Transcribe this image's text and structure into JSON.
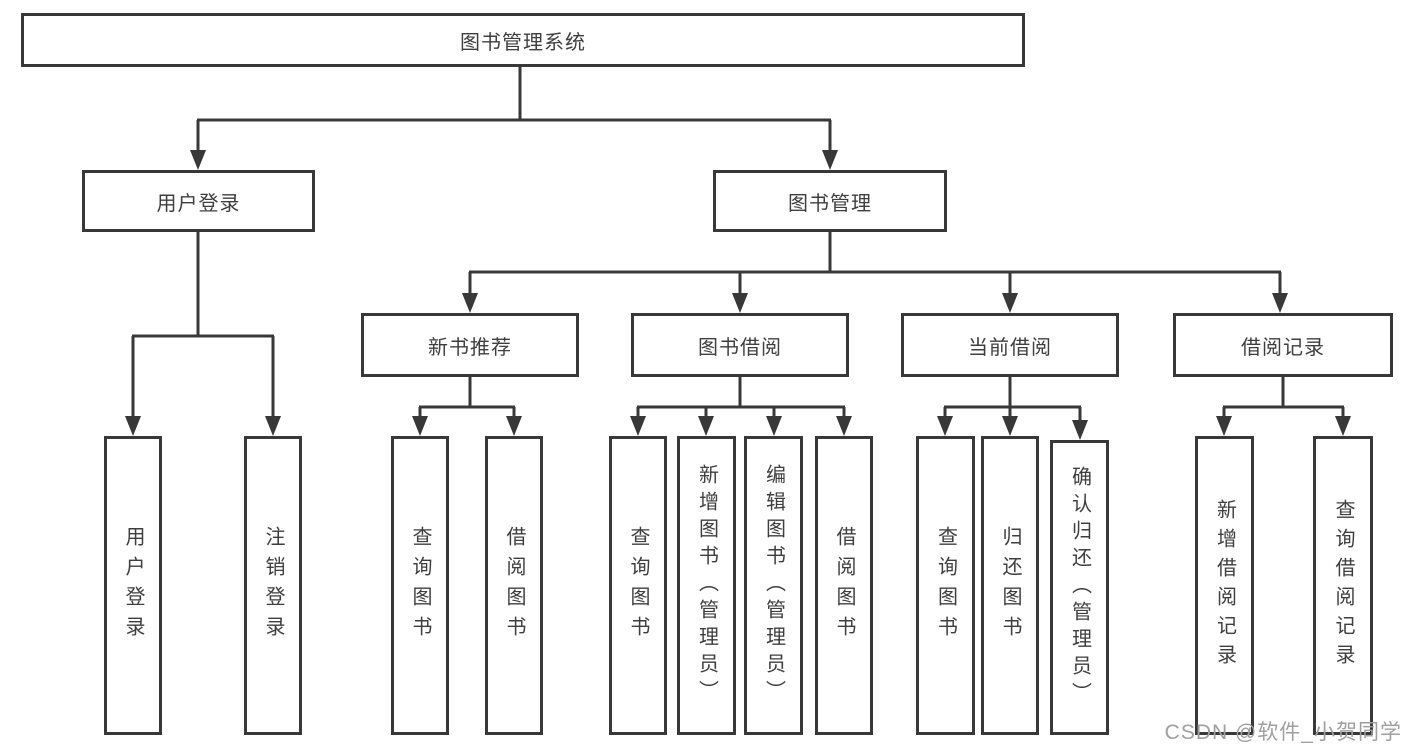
{
  "nodes": {
    "root": "图书管理系统",
    "user_login": "用户登录",
    "book_management": "图书管理",
    "new_book_recommend": "新书推荐",
    "book_borrowing": "图书借阅",
    "current_borrowing": "当前借阅",
    "borrowing_records": "借阅记录",
    "leaf_user_login": "用户登录",
    "leaf_logout": "注销登录",
    "nb_query_books": "查询图书",
    "nb_borrow_books": "借阅图书",
    "bb_query_books": "查询图书",
    "bb_add_books": "新增图书（管理员）",
    "bb_edit_books": "编辑图书（管理员）",
    "bb_borrow_books": "借阅图书",
    "cb_query_books": "查询图书",
    "cb_return_books": "归还图书",
    "cb_confirm_return": "确认归还（管理员）",
    "br_add_record": "新增借阅记录",
    "br_query_record": "查询借阅记录"
  },
  "hierarchy": {
    "图书管理系统": {
      "用户登录": [
        "用户登录",
        "注销登录"
      ],
      "图书管理": {
        "新书推荐": [
          "查询图书",
          "借阅图书"
        ],
        "图书借阅": [
          "查询图书",
          "新增图书（管理员）",
          "编辑图书（管理员）",
          "借阅图书"
        ],
        "当前借阅": [
          "查询图书",
          "归还图书",
          "确认归还（管理员）"
        ],
        "借阅记录": [
          "新增借阅记录",
          "查询借阅记录"
        ]
      }
    }
  },
  "watermark": "CSDN @软件_小贺同学",
  "colors": {
    "line": "#383838",
    "text": "#3e3e3e",
    "watermark": "#9f9f9f",
    "background": "#ffffff"
  }
}
